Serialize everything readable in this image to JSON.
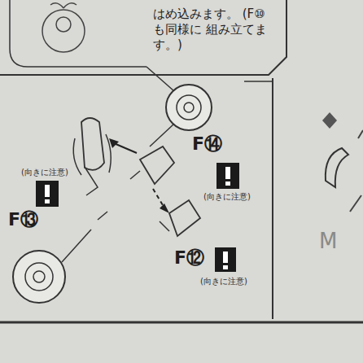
{
  "diagram": {
    "nodes": [
      {
        "text": [
          "はめ込みます。 (F⑩ も同様に 組み立てます。)"
        ]
      }
    ],
    "labels": [
      "(向きに注意)",
      "F⑬",
      "F⑭",
      "(向きに注意)",
      "F⑫",
      "(向きに注意)",
      "M"
    ]
  }
}
